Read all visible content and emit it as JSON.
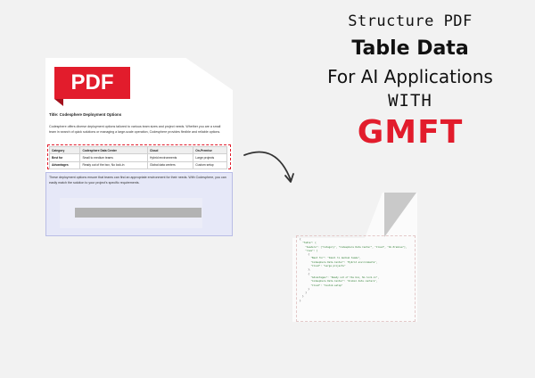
{
  "headline": {
    "line1": "Structure PDF",
    "line2": "Table Data",
    "line3": "For AI Applications",
    "line4": "WITH",
    "line5": "GMFT"
  },
  "document": {
    "badge": "PDF",
    "title": "Title: Codesphere Deployment Options",
    "intro": "Codesphere offers diverse deployment options tailored to various team sizes and project needs. Whether you are a small team in search of quick solutions or managing a large-scale operation, Codesphere provides flexible and reliable options.",
    "table": {
      "headers": [
        "Category",
        "Codesphere Data Center",
        "Cloud",
        "On-Premise"
      ],
      "rows": [
        [
          "Best for",
          "Small to medium teams",
          "Hybrid environments",
          "Large projects"
        ],
        [
          "Advantages",
          "Ready out of the box, No lock-in",
          "Global data centers",
          "Custom setup"
        ]
      ]
    },
    "outro": "These deployment options ensure that teams can find an appropriate environment for their needs. With Codesphere, you can easily match the solution to your project's specific requirements."
  },
  "json_output": {
    "lines": [
      "{",
      "  \"Table\": {",
      "    \"headers\": [\"Category\", \"Codesphere Data Center\", \"Cloud\", \"On-Premise\"],",
      "    \"rows\": [",
      "      {",
      "        \"Best for\": \"Small to medium teams\",",
      "        \"Codesphere Data Center\": \"Hybrid environments\",",
      "        \"Cloud\": \"Large projects\"",
      "      },",
      "      {",
      "        \"Advantages\": \"Ready out of the box, No lock-in\",",
      "        \"Codesphere Data Center\": \"Global data centers\",",
      "        \"Cloud\": \"Custom setup\"",
      "      }",
      "    ]",
      "  }",
      "}"
    ]
  },
  "colors": {
    "accent": "#e21c2c",
    "background": "#f2f2f2",
    "json_text": "#2e7d32"
  }
}
